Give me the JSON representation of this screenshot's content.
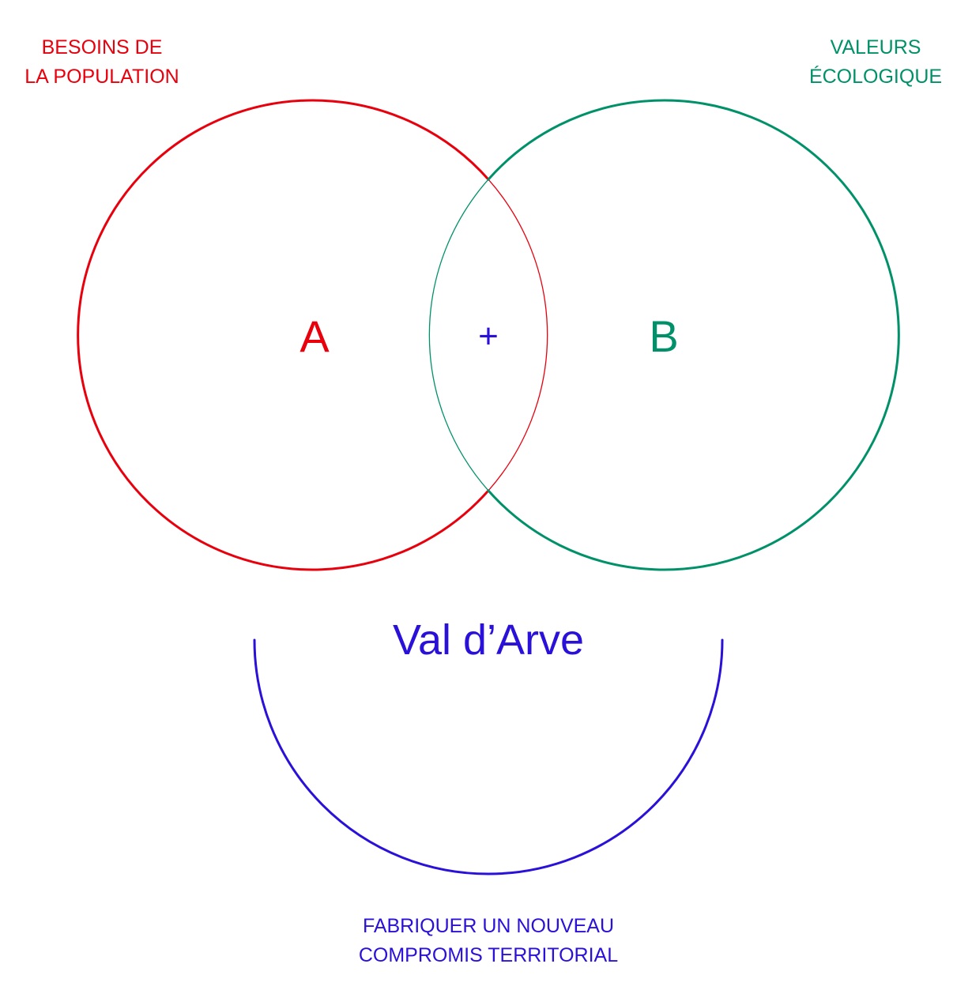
{
  "colors": {
    "population": "#e8000d",
    "ecology": "#00916a",
    "compromise": "#2a11d9",
    "background": "#ffffff"
  },
  "labels": {
    "population_line1": "BESOINS DE",
    "population_line2": "LA POPULATION",
    "ecology_line1": "VALEURS",
    "ecology_line2": "ÉCOLOGIQUE",
    "compromise_line1": "FABRIQUER UN NOUVEAU",
    "compromise_line2": "COMPROMIS TERRITORIAL"
  },
  "circles": {
    "a_letter": "A",
    "b_letter": "B",
    "intersection_symbol": "+"
  },
  "place": {
    "name": "Val d’Arve"
  }
}
